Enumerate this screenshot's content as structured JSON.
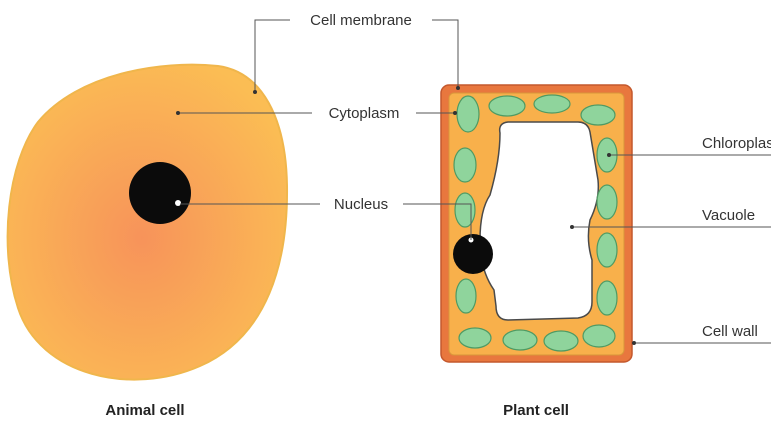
{
  "labels": {
    "cell_membrane": "Cell membrane",
    "cytoplasm": "Cytoplasm",
    "nucleus": "Nucleus",
    "chloroplast": "Chloroplast",
    "vacuole": "Vacuole",
    "cell_wall": "Cell wall"
  },
  "captions": {
    "animal": "Animal cell",
    "plant": "Plant cell"
  },
  "colors": {
    "cytoplasm_center": "#f7935a",
    "cytoplasm_edge": "#fbbd54",
    "cytoplasm_outline": "#f0b64c",
    "cell_wall": "#e8773e",
    "wall_outline": "#c4582d",
    "plant_cytoplasm": "#f8b04b",
    "chloroplast_fill": "#8fd49c",
    "chloroplast_outline": "#4f9a63",
    "nucleus": "#0b0b0b",
    "vacuole": "#ffffff"
  }
}
